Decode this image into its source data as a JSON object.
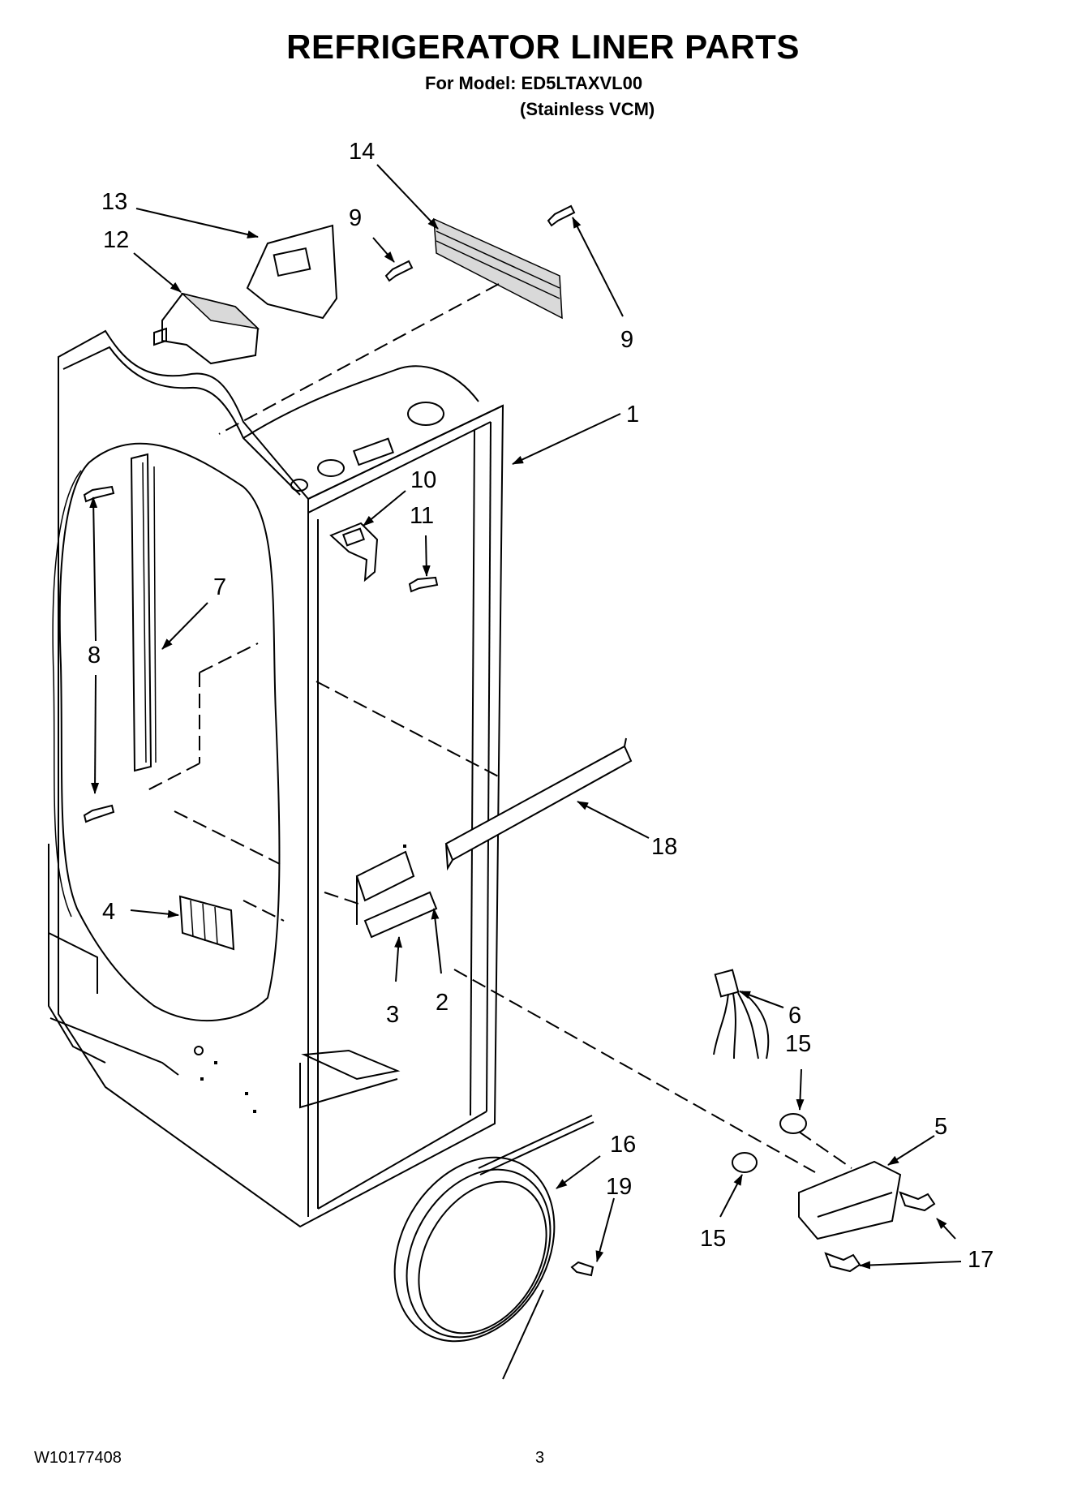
{
  "header": {
    "title": "REFRIGERATOR LINER PARTS",
    "model_line": "For Model: ED5LTAXVL00",
    "variant_line": "(Stainless VCM)"
  },
  "callouts": [
    "1",
    "2",
    "3",
    "4",
    "5",
    "6",
    "7",
    "8",
    "9",
    "9",
    "10",
    "11",
    "12",
    "13",
    "14",
    "15",
    "15",
    "16",
    "17",
    "18",
    "19"
  ],
  "footer": {
    "doc_number": "W10177408",
    "page_number": "3"
  }
}
